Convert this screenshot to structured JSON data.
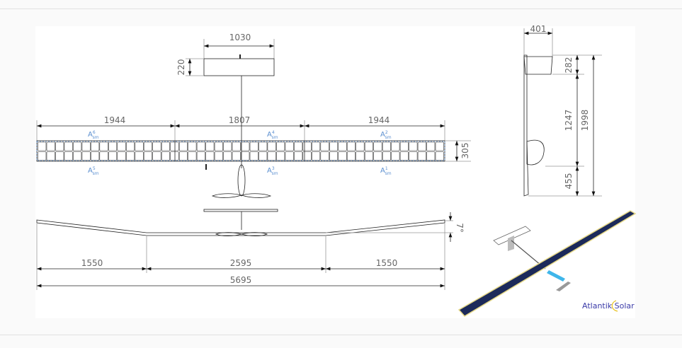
{
  "drawing": {
    "top_view": {
      "tail_span": "1030",
      "tail_chord": "220",
      "wing_segments": [
        "1944",
        "1807",
        "1944"
      ],
      "wing_chord": "305",
      "solar_modules": [
        {
          "base": "A",
          "sup": "6",
          "sub": "sm"
        },
        {
          "base": "A",
          "sup": "4",
          "sub": "sm"
        },
        {
          "base": "A",
          "sup": "2",
          "sub": "sm"
        },
        {
          "base": "A",
          "sup": "5",
          "sub": "sm"
        },
        {
          "base": "A",
          "sup": "3",
          "sub": "sm"
        },
        {
          "base": "A",
          "sup": "1",
          "sub": "sm"
        }
      ]
    },
    "front_view": {
      "dihedral": "7°",
      "segments": [
        "1550",
        "2595",
        "1550"
      ],
      "total_span": "5695"
    },
    "side_view": {
      "tail_width": "401",
      "heights": [
        "282",
        "1247",
        "455"
      ],
      "total_length": "1998"
    },
    "logo": {
      "text": "Atlantik Solar",
      "color": "#3b3ba8",
      "accent": "#e8c21e"
    }
  }
}
